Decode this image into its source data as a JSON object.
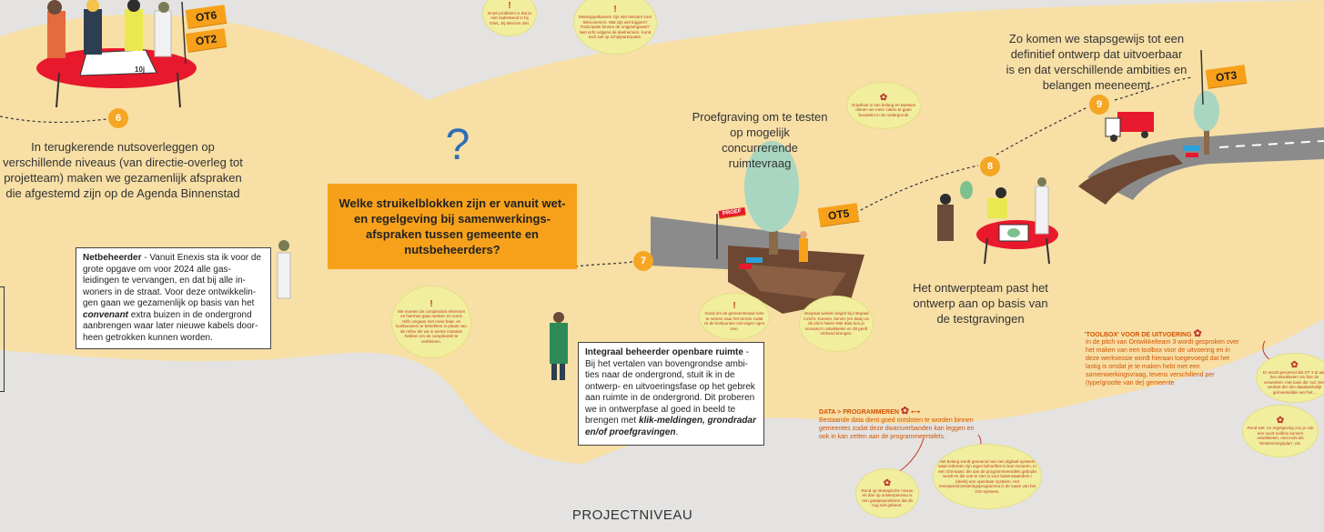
{
  "colors": {
    "band": "#f7dfa6",
    "accent": "#f7a11a",
    "note": "#f1ee9d",
    "text": "#333333",
    "red": "#e8192c"
  },
  "steps": {
    "s6": "6",
    "s7": "7",
    "s8": "8",
    "s9": "9"
  },
  "flags": {
    "ot6": "OT6",
    "ot2": "OT2",
    "ot3": "OT3",
    "ot5": "OT5",
    "proef": "PROEF"
  },
  "captions": {
    "c6": "In terugkerende nutsoverleggen op verschillende niveaus (van directie-overleg tot projetteam) maken we gezamenlijk afspraken die afgestemd zijn op de Agenda Binnenstad",
    "c_proef": "Proefgraving om te testen op mogelijk concurrerende ruimtevraag",
    "c9": "Zo komen we stapsgewijs tot een definitief ontwerp dat uitvoerbaar is en dat verschillende ambities en belangen meeneemt",
    "c8": "Het ontwerpteam past het ontwerp aan op basis van de testgravingen"
  },
  "question": {
    "mark": "?",
    "text": "Welke struikelblokken zijn er vanuit wet- en regelgeving bij samenwerkings-afspraken tussen gemeente en nutsbeheerders?"
  },
  "netbeheerder": {
    "title": "Netbeheerder",
    "text": " - Vanuit Enexis sta ik voor de grote opgave om voor 2024 alle gas-leidingen te vervangen, en dat bij alle in-woners in de straat. Voor deze ontwikkelin-gen gaan we gezamenlijk op basis van het ",
    "em": "convenant",
    "rest": " extra buizen in de ondergrond aanbrengen waar later nieuwe kabels door-heen getrokken kunnen worden."
  },
  "integraal": {
    "title": "Integraal beheerder openbare ruimte",
    "text": " - Bij het vertalen van bovengrondse ambi-ties naar de ondergrond, stuit ik in de ontwerp- en uitvoeringsfase op het gebrek aan ruimte in de ondergrond. Dit proberen we in ontwerpfase al goed in beeld te brengen met ",
    "em": "klik-meldingen, grondradar en/of proefgravingen",
    "rest": "."
  },
  "toolbox": {
    "title": "'TOOLBOX' VOOR DE UITVOERING",
    "body": "In de pitch van Ontwikkelteam 3 wordt gesproken over het maken van een toolbox voor de uitvoering en in deze werksessie wordt hieraan toegevoegd dat het lastig is omdat je te maken hebt met een samenwerkingsvraag, tevens verschillend per (type/grootte van de) gemeente"
  },
  "data_prog": {
    "title": "DATA > PROGRAMMEREN",
    "body": "Bestaande data dient goed ontsloten te worden binnen gemeentes zodat deze dwarsverbanden kan leggen en ook in kan zetten aan de programmeertafels."
  },
  "notes": {
    "n1": "Grote probleem is dat er niet nadenkend in bij GWL, bij telecom niet.",
    "n2": "Meekoppelkansen zijn niet relevant voor telecommers. Wat zijn wel triggers? Participatie binnen de ontgevingswet? Niet echt volgens de deelnemers. Komt toch wel op schijnparticipatie.",
    "n3": "Graafrust is van belang en kwetsen dienen we meer zaken te gaan bundelen in de ondergrond!",
    "n4": "We moeten de complexiteit erkennen en hiermee gaan werken en soms zelfs omgaan met meer baat- en kostbouwers te betrekken in plaats van de reflex die we in eerste instantie hebben om de complexiteit te verkleinen.",
    "n5": "Goed om de gemeenteraad mee te nemen naar het terrein zodat ze de knelpunten met eigen ogen zien.",
    "n6": "Integraal werken begint bij integraal inzicht. Kunnen, kennis (en data) uit de silo's halen! Met data kun je scenario's ontwikkelen en dit geeft verband brengen.",
    "n7": "Er wordt genoemd dat OT 3 al aan het ontwikkelen om hier de verwerken, met tools die 'cut' zien verdeel der den daadwerkelijk gemeentelijke wet het...",
    "n8": "Rond wet- en regelgeving zou je ook een soort toolbox kunnen ontwikkelen, met tools als 'bestemmingsplan', etc.",
    "n9": "Het belang wordt genoemd van een digitaal-systeem waar iedereen zijn eigen behoeftes in kan invoeren, in een GIS-kaart, die aan de programmeertafels gebruikt wordt en die ook te zien is voor buitenstaanders / (deels) een openbaar systeem. Het meerjareninvesteringsprogramma is de naam van het GIS-systeem.",
    "n10": "Rond op strategische niveau en dan op ontwerpniveau is een gaatjesprobleem dat dit nog niet gebeurt."
  },
  "icons": [
    "alert-icon",
    "gear-icon",
    "arrows-icon"
  ],
  "footer": "PROJECTNIVEAU"
}
